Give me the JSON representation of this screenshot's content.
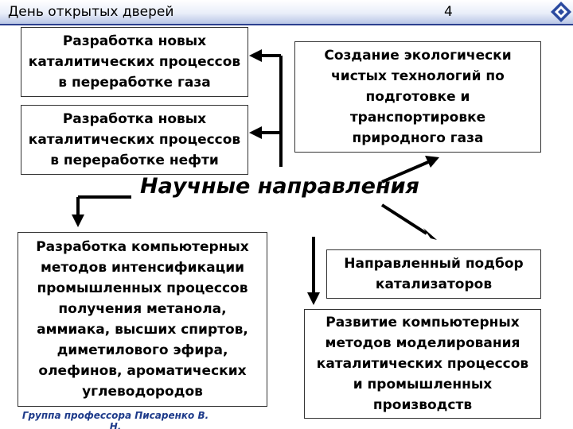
{
  "header": {
    "title": "День открытых дверей",
    "page_number": "4"
  },
  "diagram": {
    "heading": "Научные направления",
    "boxes": {
      "gas": "Разработка новых\nкаталитических процессов\nв переработке газа",
      "oil": "Разработка новых\nкаталитических процессов\nв переработке нефти",
      "eco": "Создание экологически\nчистых технологий по\nподготовке и\nтранспортировке\nприродного газа",
      "computer": "Разработка компьютерных\nметодов интенсификации\nпромышленных процессов\nполучения метанола,\nаммиака, высших спиртов,\nдиметилового эфира,\nолефинов, ароматических\nуглеводородов",
      "catalyst": "Направленный подбор\nкатализаторов",
      "modeling": "Развитие компьютерных\nметодов моделирования\nкаталитических процессов\nи промышленных\nпроизводств"
    }
  },
  "footer": {
    "text": "Группа профессора Писаренко В. Н."
  }
}
